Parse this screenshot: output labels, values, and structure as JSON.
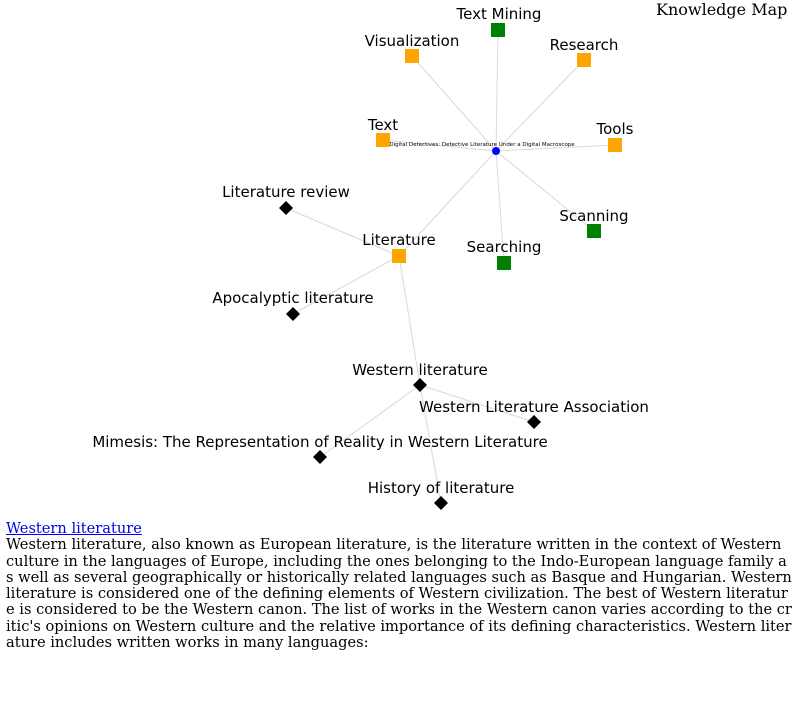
{
  "title": "Knowledge Map",
  "colors": {
    "project_node": "#0000ff",
    "topic_orange": "#ffa500",
    "topic_green": "#008000",
    "concept": "#000000",
    "edge": "#d9d9d9",
    "link": "#0000ee"
  },
  "graph": {
    "nodes": [
      {
        "id": "center",
        "label": "Digital Detectives: Detective Literature Under a Digital Macroscope",
        "shape": "dot",
        "color": "#0000ff"
      },
      {
        "id": "text-mining",
        "label": "Text Mining",
        "shape": "square",
        "color": "#008000"
      },
      {
        "id": "visualization",
        "label": "Visualization",
        "shape": "square",
        "color": "#ffa500"
      },
      {
        "id": "research",
        "label": "Research",
        "shape": "square",
        "color": "#ffa500"
      },
      {
        "id": "text",
        "label": "Text",
        "shape": "square",
        "color": "#ffa500"
      },
      {
        "id": "tools",
        "label": "Tools",
        "shape": "square",
        "color": "#ffa500"
      },
      {
        "id": "scanning",
        "label": "Scanning",
        "shape": "square",
        "color": "#008000"
      },
      {
        "id": "searching",
        "label": "Searching",
        "shape": "square",
        "color": "#008000"
      },
      {
        "id": "literature",
        "label": "Literature",
        "shape": "square",
        "color": "#ffa500"
      },
      {
        "id": "literature-review",
        "label": "Literature review",
        "shape": "diamond",
        "color": "#000000"
      },
      {
        "id": "apocalyptic-literature",
        "label": "Apocalyptic literature",
        "shape": "diamond",
        "color": "#000000"
      },
      {
        "id": "western-literature",
        "label": "Western literature",
        "shape": "diamond",
        "color": "#000000"
      },
      {
        "id": "western-literature-association",
        "label": "Western Literature Association",
        "shape": "diamond",
        "color": "#000000"
      },
      {
        "id": "mimesis",
        "label": "Mimesis: The Representation of Reality in Western Literature",
        "shape": "diamond",
        "color": "#000000"
      },
      {
        "id": "history-of-literature",
        "label": "History of literature",
        "shape": "diamond",
        "color": "#000000"
      }
    ],
    "edges": [
      {
        "from": "center",
        "to": "text-mining"
      },
      {
        "from": "center",
        "to": "visualization"
      },
      {
        "from": "center",
        "to": "research"
      },
      {
        "from": "center",
        "to": "text"
      },
      {
        "from": "center",
        "to": "tools"
      },
      {
        "from": "center",
        "to": "scanning"
      },
      {
        "from": "center",
        "to": "searching"
      },
      {
        "from": "center",
        "to": "literature"
      },
      {
        "from": "literature",
        "to": "literature-review"
      },
      {
        "from": "literature",
        "to": "apocalyptic-literature"
      },
      {
        "from": "literature",
        "to": "western-literature"
      },
      {
        "from": "western-literature",
        "to": "western-literature-association"
      },
      {
        "from": "western-literature",
        "to": "mimesis"
      },
      {
        "from": "western-literature",
        "to": "history-of-literature"
      }
    ]
  },
  "article": {
    "link_text": "Western literature",
    "body": "Western literature, also known as European literature, is the literature written in the context of Western culture in the languages of Europe, including the ones belonging to the Indo-European language family as well as several geographically or historically related languages such as Basque and Hungarian. Western literature is considered one of the defining elements of Western civilization. The best of Western literature is considered to be the Western canon. The list of works in the Western canon varies according to the critic's opinions on Western culture and the relative importance of its defining characteristics. Western literature includes written works in many languages:"
  }
}
